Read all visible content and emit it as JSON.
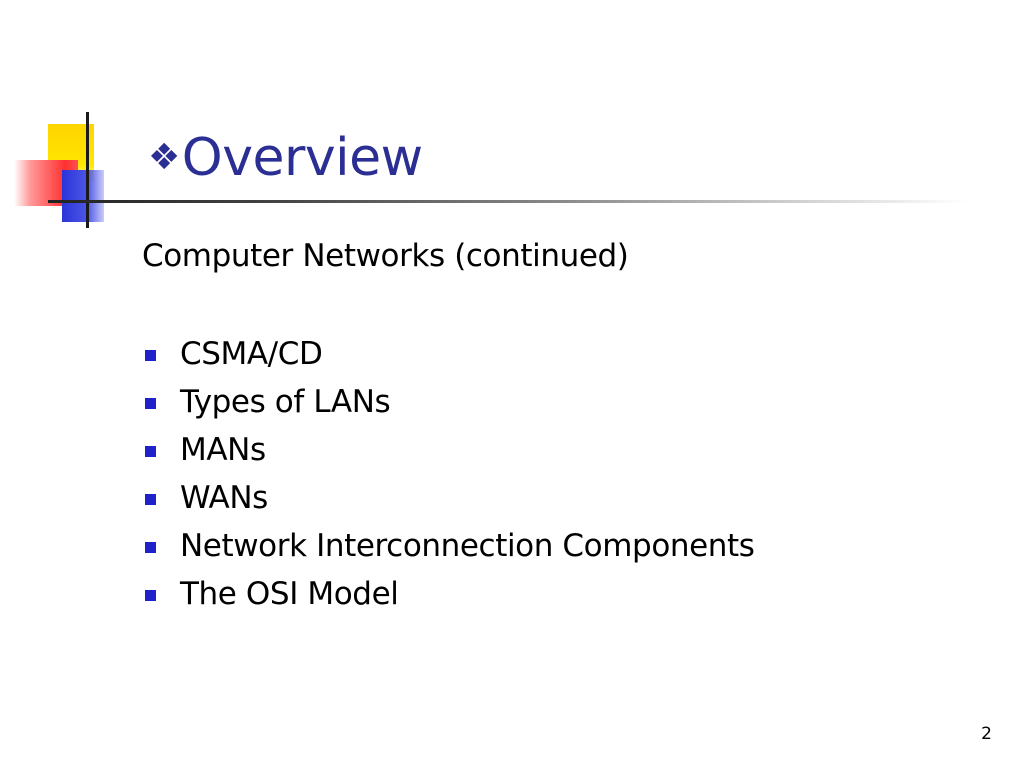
{
  "slide": {
    "title_bullet": "❖",
    "title": "Overview",
    "subtitle": "Computer Networks (continued)",
    "bullets": [
      "CSMA/CD",
      "Types of LANs",
      "MANs",
      "WANs",
      "Network Interconnection Components",
      "The OSI Model"
    ],
    "page_number": "2"
  },
  "colors": {
    "title": "#2b2f93",
    "bullet_square": "#1f22c8",
    "deco_yellow": "#ffd400",
    "deco_red": "#ff3030",
    "deco_blue": "#2a35d8"
  },
  "icons": {
    "title_bullet": "diamond-four-petal-icon",
    "list_bullet": "square-bullet-icon"
  }
}
